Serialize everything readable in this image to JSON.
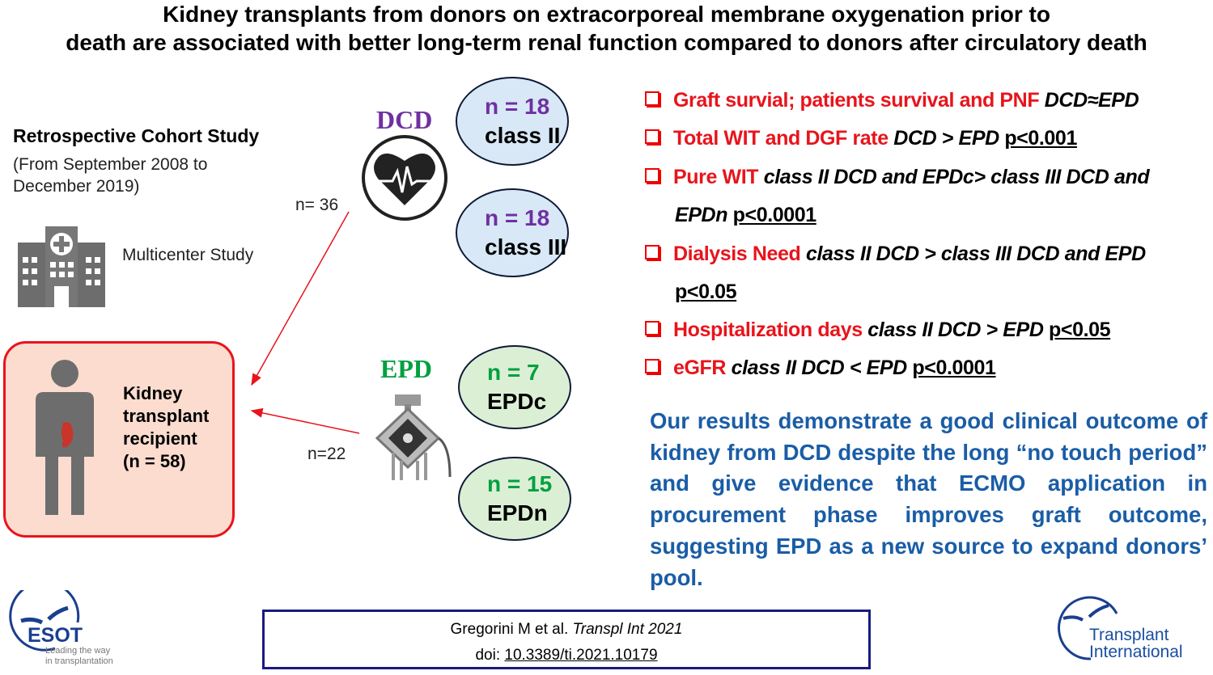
{
  "title": [
    "Kidney transplants from donors on extracorporeal membrane oxygenation prior to",
    "death are associated with better long-term renal function compared to donors after circulatory death"
  ],
  "study": {
    "heading": "Retrospective Cohort Study",
    "period": "(From September 2008 to December 2019)",
    "multicenter": "Multicenter Study"
  },
  "recipient": {
    "lines": [
      "Kidney",
      "transplant",
      "recipient",
      "(n = 58)"
    ]
  },
  "arrows": {
    "dcd_n": "n= 36",
    "epd_n": "n=22"
  },
  "groups": {
    "dcd_label": "DCD",
    "epd_label": "EPD",
    "dcd": [
      {
        "n": "n = 18",
        "name": "class II"
      },
      {
        "n": "n = 18",
        "name": "class III"
      }
    ],
    "epd": [
      {
        "n": "n = 7",
        "name": "EPDc"
      },
      {
        "n": "n = 15",
        "name": "EPDn"
      }
    ]
  },
  "results": [
    {
      "red": "Graft survial; patients survival  and PNF",
      "it": "DCD≈EPD",
      "p": ""
    },
    {
      "red": "Total WIT and DGF rate",
      "it": "DCD > EPD",
      "p": "p<0.001"
    },
    {
      "red": "Pure WIT",
      "it": "class II DCD and EPDc> class III DCD and",
      "cont_it": "EPDn",
      "p": "p<0.0001"
    },
    {
      "red": "Dialysis Need",
      "it": "class II DCD > class III DCD and EPD",
      "p": "p<0.05"
    },
    {
      "red": "Hospitalization days",
      "it": "class II DCD > EPD",
      "p": "p<0.05"
    },
    {
      "red": "eGFR",
      "it": "class II DCD < EPD",
      "p": "p<0.0001"
    }
  ],
  "conclusion": "Our results demonstrate a good clinical outcome of kidney from DCD despite the long “no touch period” and give evidence that ECMO application in procurement phase improves graft outcome, suggesting EPD as a new source to expand donors’ pool.",
  "citation": {
    "authors": "Gregorini M et al.",
    "journal": "Transpl Int 2021",
    "doi_label": "doi:",
    "doi": "10.3389/ti.2021.10179"
  },
  "logos": {
    "esot": "ESOT",
    "esot_tag1": "Leading the way",
    "esot_tag2": "in transplantation",
    "ti1": "Transplant",
    "ti2": "International"
  },
  "colors": {
    "red": "#e8141c",
    "blue": "#1a5da6",
    "purple": "#7030a0",
    "green": "#00a040"
  }
}
